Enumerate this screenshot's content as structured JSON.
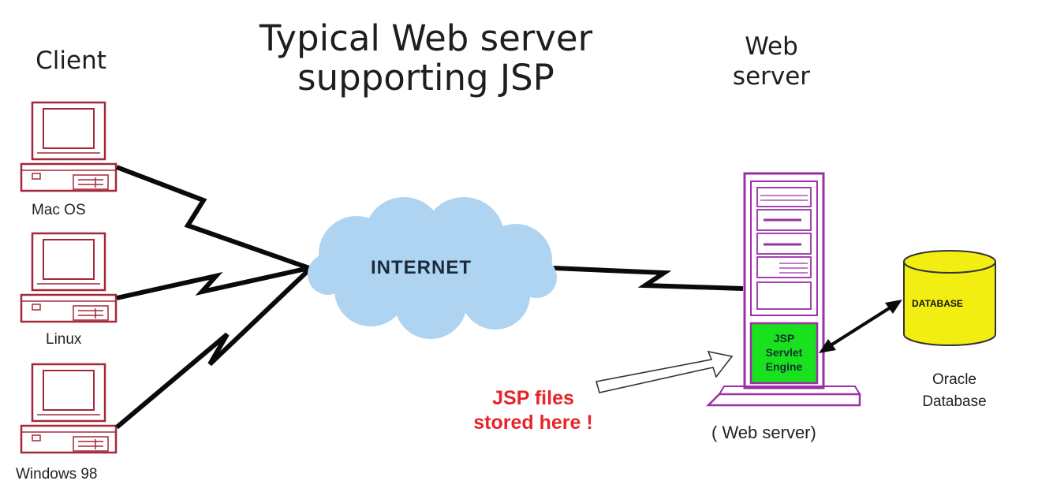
{
  "title": {
    "line1": "Typical Web server",
    "line2": "supporting JSP"
  },
  "client": {
    "heading": "Client",
    "computers": [
      {
        "label": "Mac OS"
      },
      {
        "label": "Linux"
      },
      {
        "label": "Windows 98"
      }
    ]
  },
  "internet": {
    "label": "INTERNET"
  },
  "web_server": {
    "heading_line1": "Web",
    "heading_line2": "server",
    "engine_line1": "JSP",
    "engine_line2": "Servlet",
    "engine_line3": "Engine",
    "caption": "( Web server)"
  },
  "jsp_note": {
    "line1": "JSP files",
    "line2": "stored here !"
  },
  "database": {
    "label": "DATABASE",
    "caption_line1": "Oracle",
    "caption_line2": "Database"
  },
  "colors": {
    "computer_outline": "#a3293a",
    "server_outline": "#9a2fa6",
    "cloud_fill": "#aed4f2",
    "engine_fill": "#19e11d",
    "database_fill": "#f2ee12",
    "note_text": "#e5252a"
  }
}
